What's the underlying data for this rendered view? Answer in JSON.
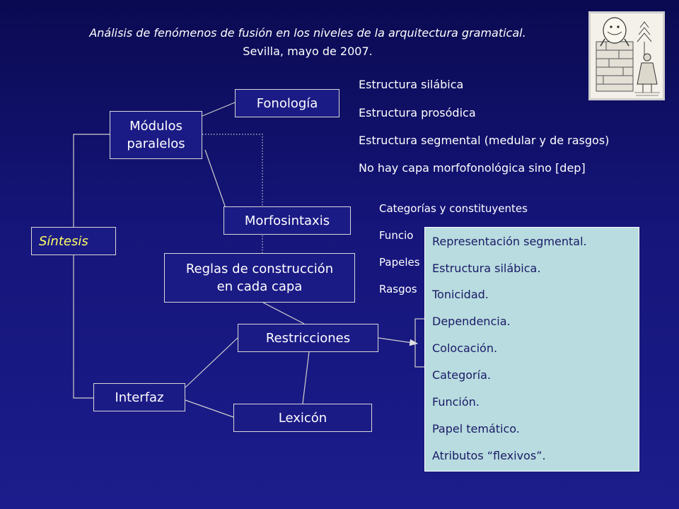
{
  "header": {
    "line1": "Análisis de fenómenos de fusión en los niveles de la arquitectura gramatical.",
    "line2": "Sevilla, mayo de 2007."
  },
  "nodes": {
    "sintesis": "Síntesis",
    "modulos_line1": "Módulos",
    "modulos_line2": "paralelos",
    "fonologia": "Fonología",
    "morfosintaxis": "Morfosintaxis",
    "reglas_line1": "Reglas de construcción",
    "reglas_line2": "en cada capa",
    "restricciones": "Restricciones",
    "lexicon": "Lexicón",
    "interfaz": "Interfaz"
  },
  "fonologia_notes": [
    "Estructura silábica",
    "Estructura prosódica",
    "Estructura segmental (medular y de rasgos)",
    "No hay capa morfofonológica sino [dep]"
  ],
  "morfosintaxis_notes": [
    "Categorías y constituyentes",
    "Funcio",
    "Papeles",
    "Rasgos"
  ],
  "popup_items": [
    "Representación segmental.",
    "Estructura silábica.",
    "Tonicidad.",
    "Dependencia.",
    "Colocación.",
    "Categoría.",
    "Función.",
    "Papel temático.",
    "Atributos “flexivos”."
  ],
  "colors": {
    "background": "#15157a",
    "highlight_text": "#ffff66",
    "popup_background": "#b8dcdf",
    "popup_text": "#1a1a66"
  },
  "icons": {
    "picture": "humpty-dumpty-engraving"
  }
}
